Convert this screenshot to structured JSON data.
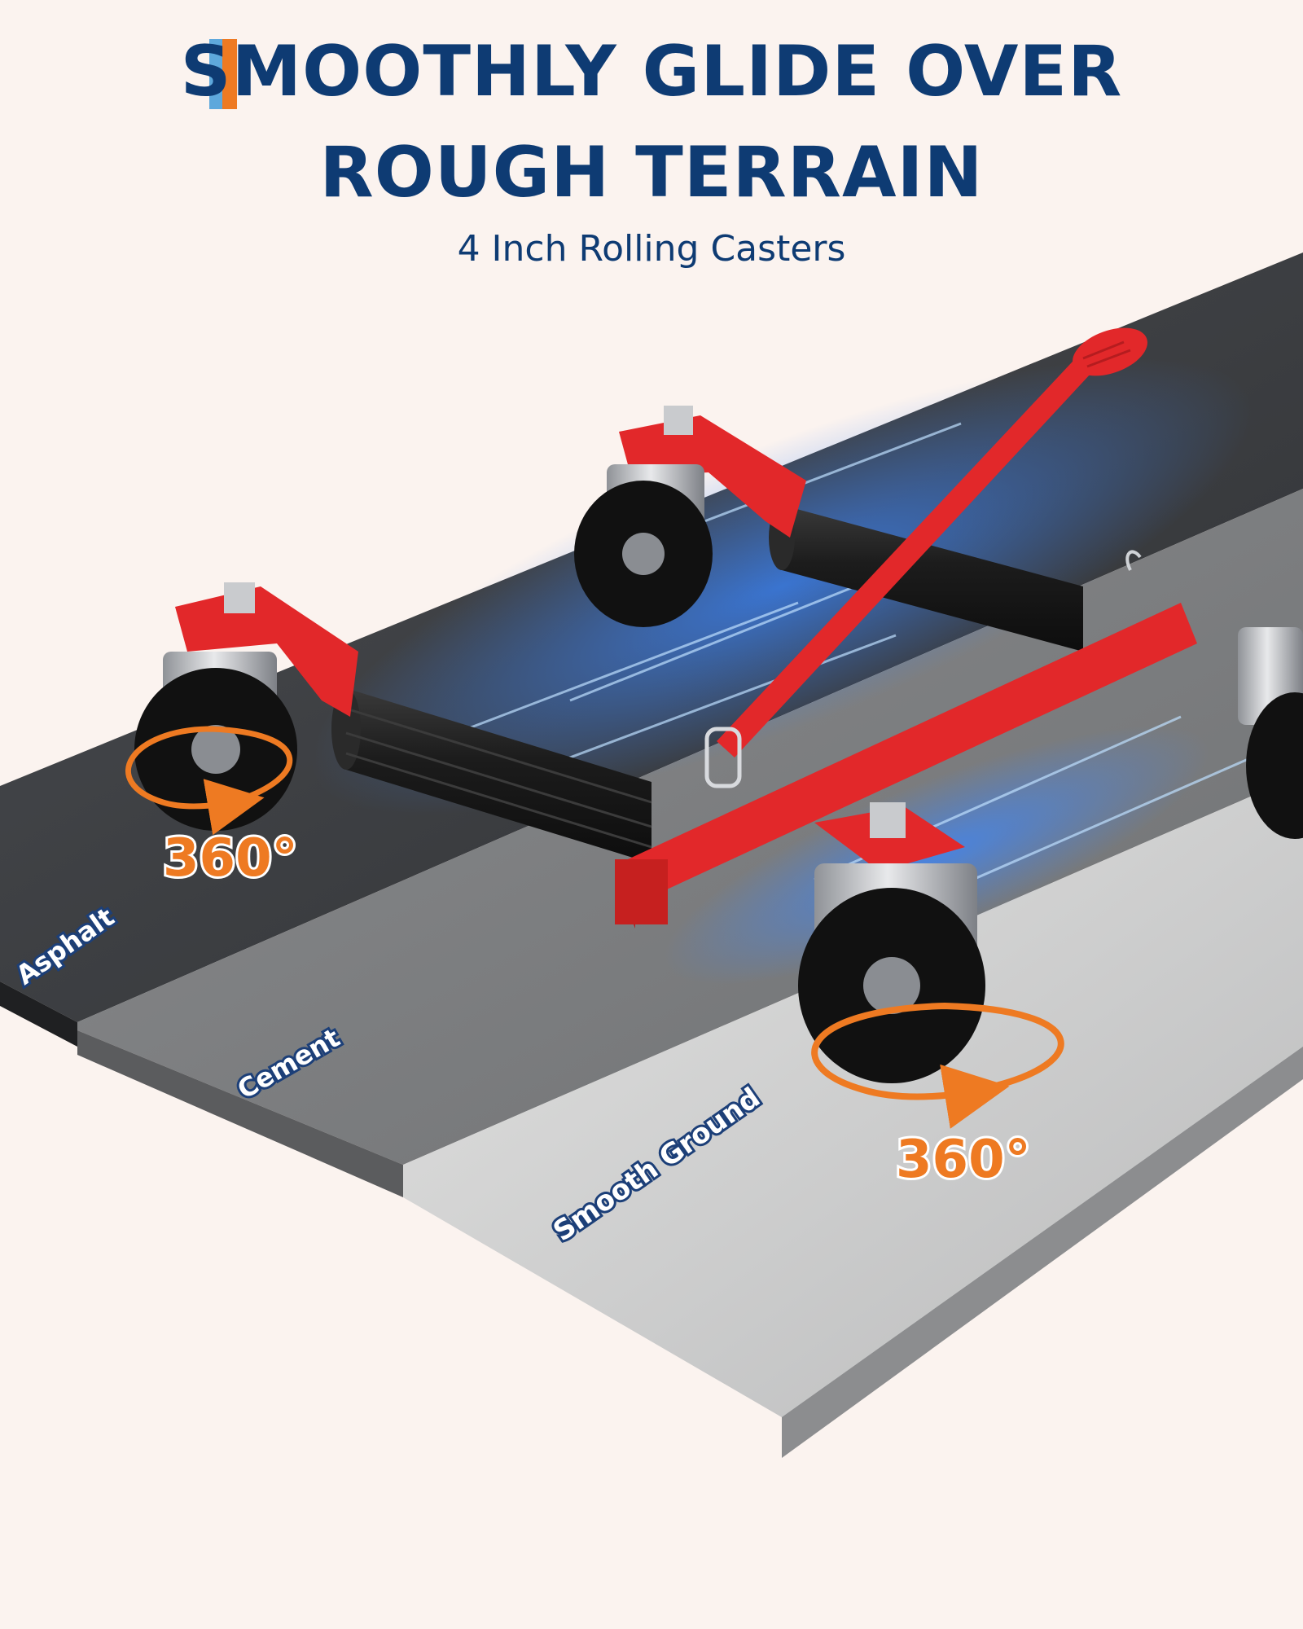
{
  "header": {
    "title_line1": "SMOOTHLY GLIDE OVER",
    "title_line2": "ROUGH TERRAIN",
    "subtitle": "4 Inch Rolling Casters"
  },
  "surfaces": [
    "Asphalt",
    "Cement",
    "Smooth Ground"
  ],
  "rotation_badges": [
    "360°",
    "360°"
  ],
  "colors": {
    "title": "#0e3b73",
    "accent_blue": "#5ea8dc",
    "accent_orange": "#ee7a22",
    "dolly_red": "#e2282a",
    "roller_black": "#1e1e1e",
    "background": "#fbf3ef"
  }
}
